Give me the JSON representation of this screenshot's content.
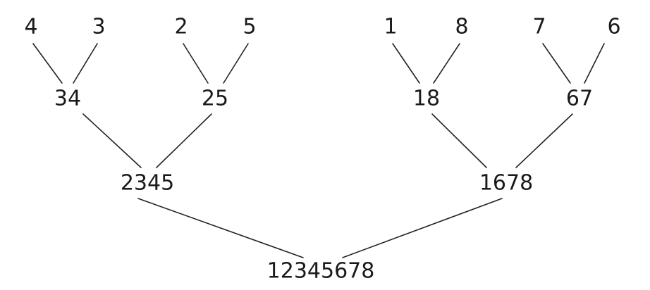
{
  "diagram": {
    "leaves": [
      "4",
      "3",
      "2",
      "5",
      "1",
      "8",
      "7",
      "6"
    ],
    "level1": [
      "34",
      "25",
      "18",
      "67"
    ],
    "level2": [
      "2345",
      "1678"
    ],
    "root": "12345678"
  }
}
